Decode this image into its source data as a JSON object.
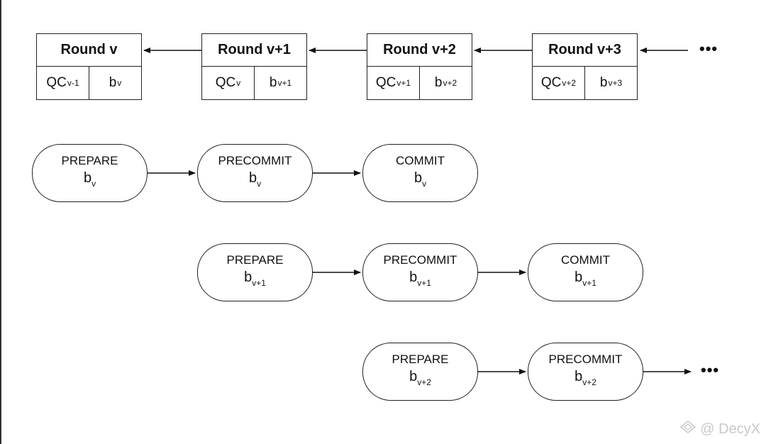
{
  "rounds": [
    {
      "title": "Round v",
      "qc": "QC",
      "qc_sub": "v-1",
      "b": "b",
      "b_sub": "v"
    },
    {
      "title": "Round v+1",
      "qc": "QC",
      "qc_sub": "v",
      "b": "b",
      "b_sub": "v+1"
    },
    {
      "title": "Round v+2",
      "qc": "QC",
      "qc_sub": "v+1",
      "b": "b",
      "b_sub": "v+2"
    },
    {
      "title": "Round v+3",
      "qc": "QC",
      "qc_sub": "v+2",
      "b": "b",
      "b_sub": "v+3"
    }
  ],
  "pipelines": [
    [
      {
        "name": "PREPARE",
        "b": "b",
        "sub": "v"
      },
      {
        "name": "PRECOMMIT",
        "b": "b",
        "sub": "v"
      },
      {
        "name": "COMMIT",
        "b": "b",
        "sub": "v"
      }
    ],
    [
      {
        "name": "PREPARE",
        "b": "b",
        "sub": "v+1"
      },
      {
        "name": "PRECOMMIT",
        "b": "b",
        "sub": "v+1"
      },
      {
        "name": "COMMIT",
        "b": "b",
        "sub": "v+1"
      }
    ],
    [
      {
        "name": "PREPARE",
        "b": "b",
        "sub": "v+2"
      },
      {
        "name": "PRECOMMIT",
        "b": "b",
        "sub": "v+2"
      }
    ]
  ],
  "ellipsis": "•••",
  "watermark": "@ DecyX",
  "watermark_icon": "diamond-logo-icon"
}
